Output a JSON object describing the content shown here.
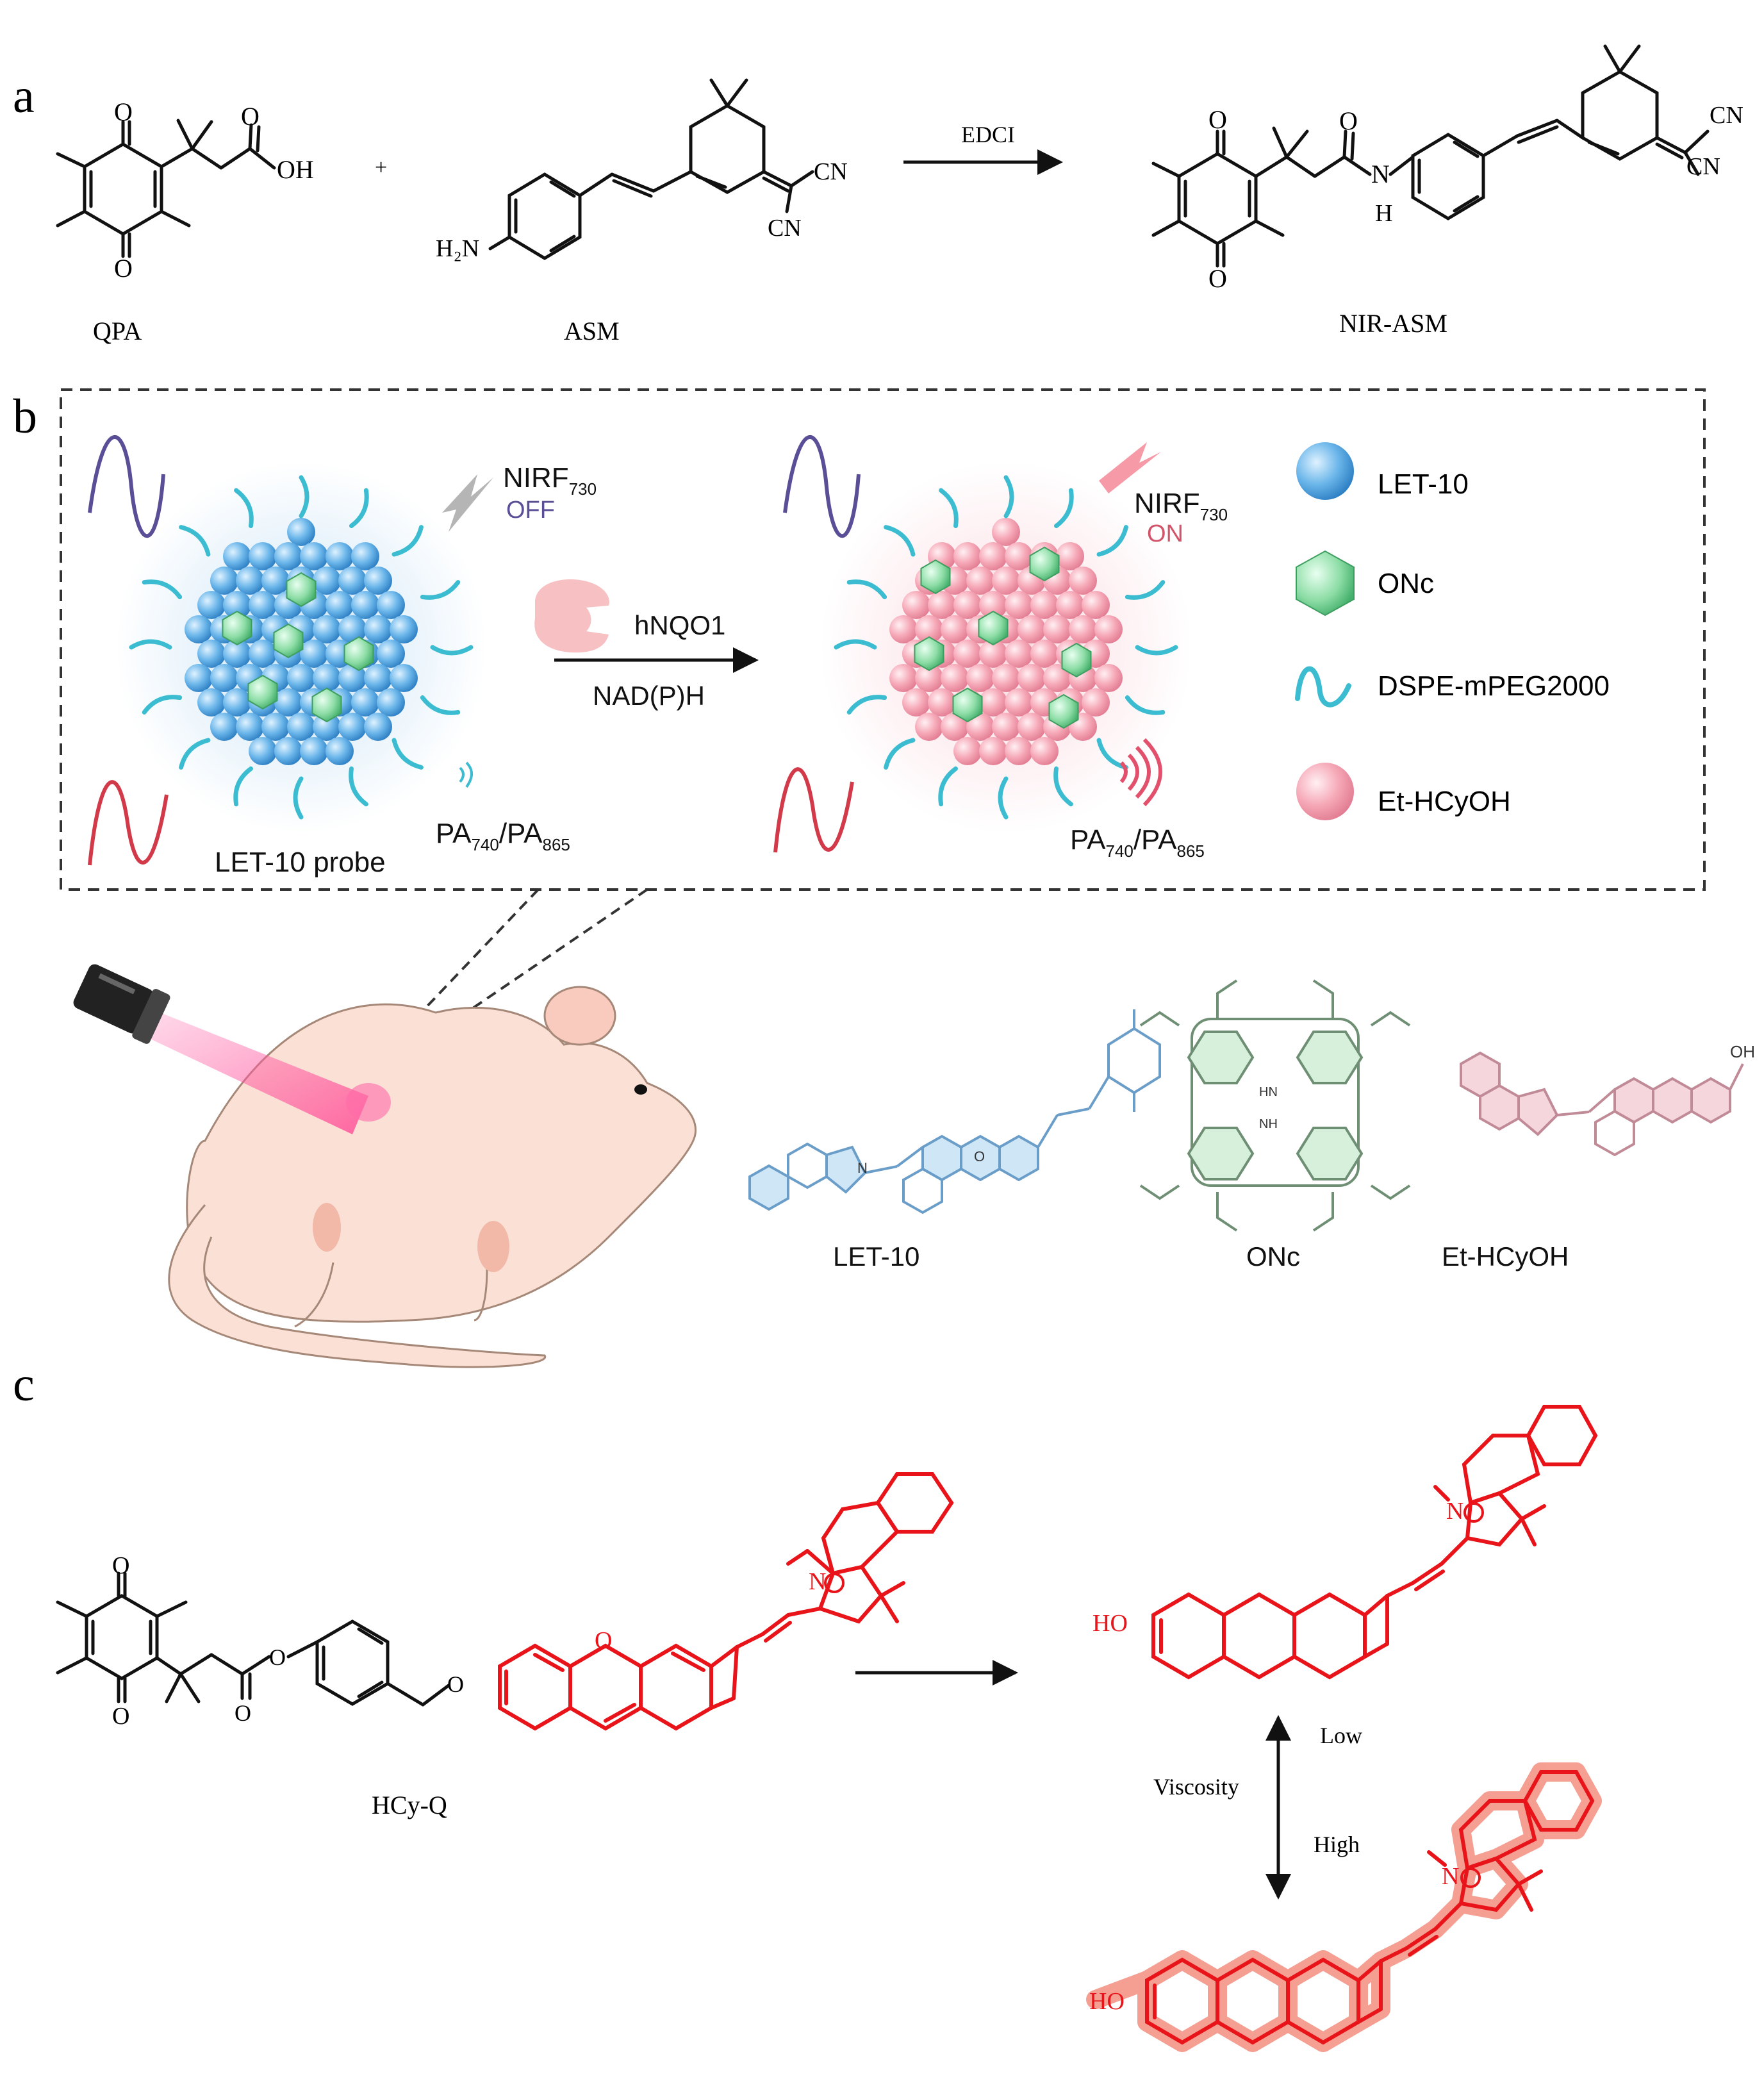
{
  "panels": {
    "a": {
      "letter": "a",
      "qpa": {
        "label": "QPA",
        "oh": "OH",
        "o_top": "O",
        "o_bottom": "O"
      },
      "plus": "+",
      "asm": {
        "label": "ASM",
        "h2n": "H₂N",
        "cn1": "CN",
        "cn2": "CN"
      },
      "reagent": "EDCI",
      "product": {
        "label": "NIR-ASM",
        "o_top": "O",
        "o_bottom": "O",
        "o_amide": "O",
        "n": "N",
        "h": "H",
        "cn1": "CN",
        "cn2": "CN"
      }
    },
    "b": {
      "letter": "b",
      "probe_label": "LET-10 probe",
      "nirf_off": {
        "main": "NIRF",
        "sub": "730",
        "state": "OFF"
      },
      "nirf_on": {
        "main": "NIRF",
        "sub": "730",
        "state": "ON"
      },
      "pa_left": {
        "a": "PA",
        "sub1": "740",
        "slash": "/PA",
        "sub2": "865"
      },
      "pa_right": {
        "a": "PA",
        "sub1": "740",
        "slash": "/PA",
        "sub2": "865"
      },
      "enzyme": "hNQO1",
      "cofactor": "NAD(P)H",
      "legend": [
        {
          "label": "LET-10",
          "icon": "blue-sphere-icon",
          "color": "#5aaee6"
        },
        {
          "label": "ONc",
          "icon": "green-hexagon-icon",
          "color": "#7fd89a"
        },
        {
          "label": "DSPE-mPEG2000",
          "icon": "cyan-wave-icon",
          "color": "#3bbcd0"
        },
        {
          "label": "Et-HCyOH",
          "icon": "pink-sphere-icon",
          "color": "#f5a5b5"
        }
      ],
      "structures": {
        "let10": "LET-10",
        "onc": "ONc",
        "ethcyoh": "Et-HCyOH",
        "hn": "HN",
        "nh": "NH",
        "oh": "OH",
        "n": "N",
        "o": "O"
      }
    },
    "c": {
      "letter": "c",
      "hcyq_label": "HCy-Q",
      "o_top": "O",
      "o_bottom": "O",
      "o_ester": "O",
      "o_ether": "O",
      "o_ring": "O",
      "n": "N",
      "ho_top": "HO",
      "ho_bottom": "HO",
      "n_top": "N",
      "n_bottom": "N",
      "low": "Low",
      "viscosity": "Viscosity",
      "high": "High"
    }
  },
  "colors": {
    "red": "#e8141a",
    "glow": "#f38f80",
    "bg": "#ffffff"
  }
}
